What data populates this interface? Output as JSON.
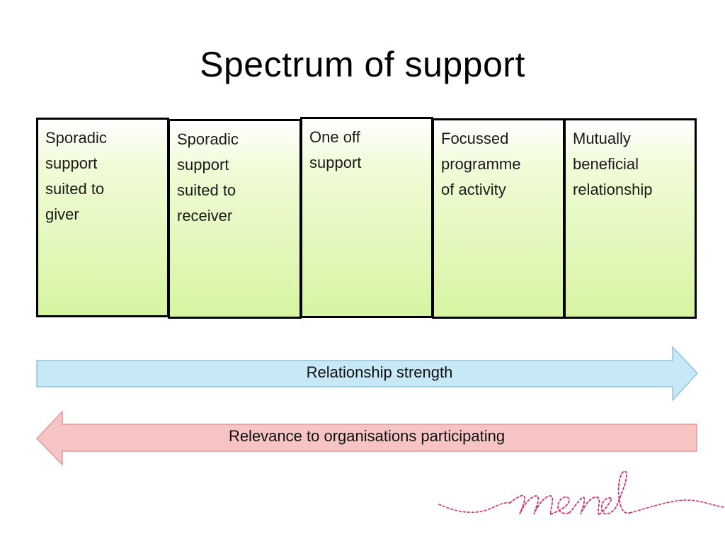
{
  "slide": {
    "title": "Spectrum of support"
  },
  "stages": [
    {
      "label": "Sporadic\nsupport\nsuited to\ngiver"
    },
    {
      "label": "Sporadic\nsupport\nsuited to\nreceiver"
    },
    {
      "label": "One off\nsupport"
    },
    {
      "label": "Focussed\nprogramme\nof activity"
    },
    {
      "label": "Mutually\nbeneficial\nrelationship"
    }
  ],
  "arrows": {
    "right": {
      "label": "Relationship strength",
      "fill": "#c7e9f7",
      "stroke": "#8fc4dd"
    },
    "left": {
      "label": "Relevance to organisations participating",
      "fill": "#f7c4c4",
      "stroke": "#e39a9a"
    }
  },
  "colors": {
    "box_border": "#000000",
    "box_gradient_bottom": "#d6f5a2",
    "logo_pink": "#d4317a"
  },
  "logo": {
    "text": "mend",
    "icon": "mend-logo"
  }
}
